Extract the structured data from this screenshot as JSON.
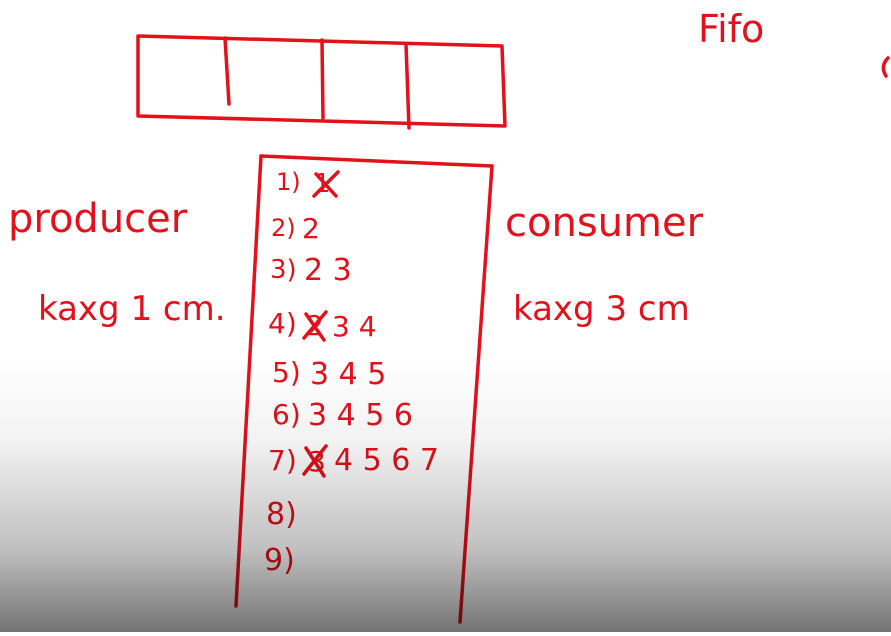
{
  "title": "Fifo",
  "left_labels": {
    "producer": "producer",
    "producer_rate": "kaxg 1 cm."
  },
  "right_labels": {
    "consumer": "consumer",
    "consumer_rate": "kaxg 3 cm"
  },
  "steps": [
    {
      "num": "1)",
      "value": "1",
      "crossed": "1"
    },
    {
      "num": "2)",
      "value": "2",
      "crossed": ""
    },
    {
      "num": "3)",
      "value": "2 3",
      "crossed": ""
    },
    {
      "num": "4)",
      "value": "3 4",
      "crossed": "2"
    },
    {
      "num": "5)",
      "value": "3 4 5",
      "crossed": ""
    },
    {
      "num": "6)",
      "value": "3 4 5 6",
      "crossed": ""
    },
    {
      "num": "7)",
      "value": "4 5 6 7",
      "crossed": "3"
    },
    {
      "num": "8)",
      "value": "",
      "crossed": ""
    },
    {
      "num": "9)",
      "value": "",
      "crossed": ""
    }
  ],
  "colors": {
    "ink": "#e3111a",
    "background": "#ffffff"
  }
}
